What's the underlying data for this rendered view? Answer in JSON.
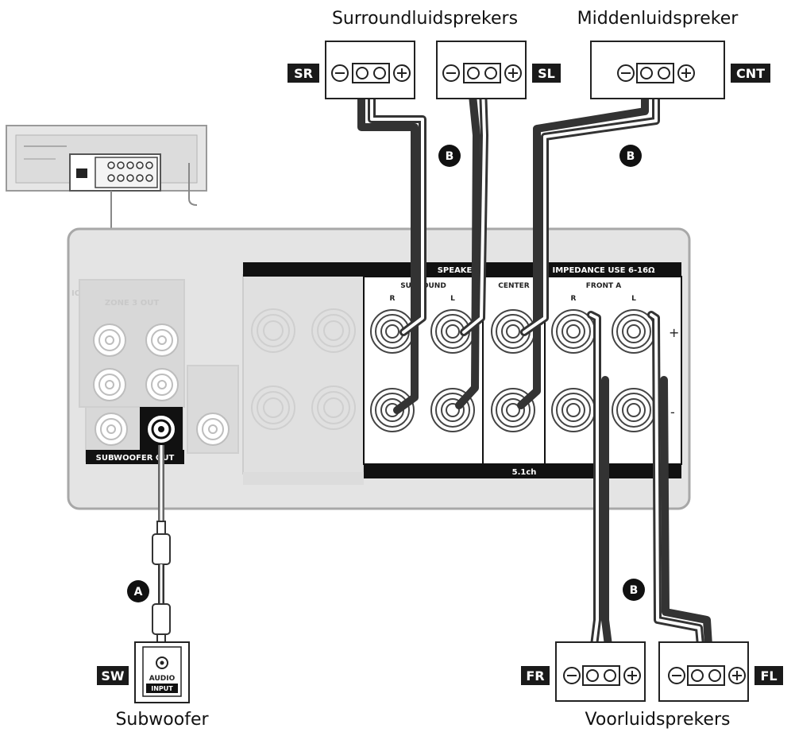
{
  "speakers": {
    "surround_title": "Surroundluidsprekers",
    "center_title": "Middenluidspreker",
    "front_title": "Voorluidsprekers",
    "subwoofer_title": "Subwoofer",
    "sr": "SR",
    "sl": "SL",
    "cnt": "CNT",
    "fr": "FR",
    "fl": "FL",
    "sw": "SW"
  },
  "cables": {
    "a": "A",
    "b": "B"
  },
  "panel": {
    "speakers_header": "SPEAKERS",
    "impedance": "IMPEDANCE USE  6-16Ω",
    "surround": "SURROUND",
    "center": "CENTER",
    "front_a": "FRONT A",
    "r": "R",
    "l": "L",
    "plus": "+",
    "minus": "-",
    "channels": "5.1ch",
    "subwoofer_out": "SUBWOOFER OUT",
    "zone_out": "ZONE 3 OUT",
    "audio_input_1": "AUDIO",
    "audio_input_2": "INPUT"
  },
  "colors": {
    "panel_fill": "#e4e4e4",
    "panel_stroke": "#a8a8a8",
    "cable_dark": "#333333",
    "cable_light": "#ffffff",
    "badge": "#1a1a1a"
  }
}
